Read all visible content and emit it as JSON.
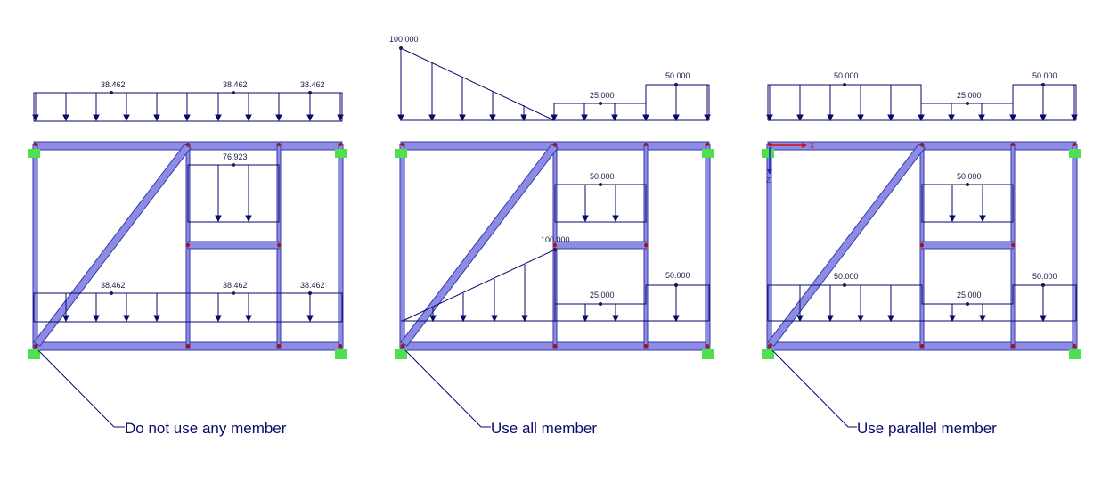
{
  "colors": {
    "member_fill": "#8c8ce6",
    "member_edge": "#3a3aa0",
    "load_line": "#0a0a6a",
    "support": "#4fe04f",
    "node": "#b01010",
    "axis_x": "#d01010",
    "axis_z": "#2020c0",
    "leader": "#0a0a6a",
    "background": "#ffffff"
  },
  "panels": [
    {
      "id": "do-not-use",
      "caption": "Do not use any member",
      "load_labels": {
        "top_1": "38.462",
        "top_2": "38.462",
        "top_3": "38.462",
        "upper_panel": "76.923",
        "bottom_1": "38.462",
        "bottom_2": "38.462",
        "bottom_3": "38.462"
      }
    },
    {
      "id": "use-all",
      "caption": "Use all member",
      "load_labels": {
        "top_peak": "100.000",
        "top_mid": "25.000",
        "top_right": "50.000",
        "upper_panel": "50.000",
        "diag_peak": "100.000",
        "bottom_mid": "25.000",
        "bottom_right": "50.000"
      }
    },
    {
      "id": "use-parallel",
      "caption": "Use parallel member",
      "axes": {
        "x": "X",
        "z": "Z"
      },
      "load_labels": {
        "top_left": "50.000",
        "top_mid": "25.000",
        "top_right": "50.000",
        "upper_panel": "50.000",
        "bottom_left": "50.000",
        "bottom_mid": "25.000",
        "bottom_right": "50.000"
      }
    }
  ]
}
